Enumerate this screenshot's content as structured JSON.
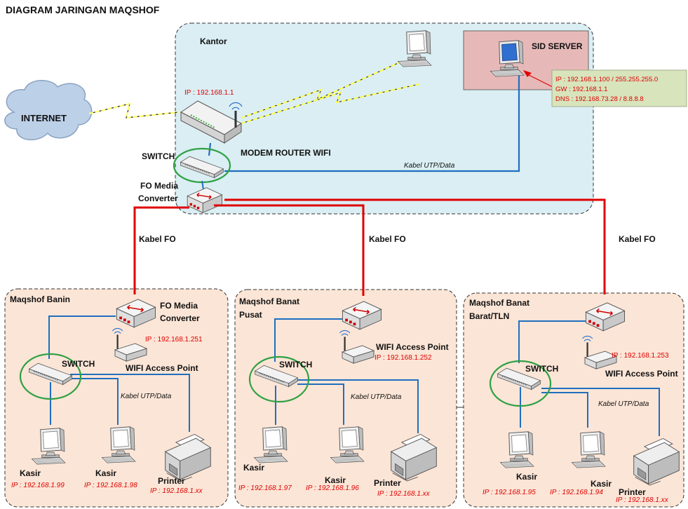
{
  "title": "DIAGRAM JARINGAN MAQSHOF",
  "internet": {
    "label": "INTERNET"
  },
  "kantor": {
    "label": "Kantor",
    "modem_ip": "IP : 192.168.1.1",
    "modem_label": "MODEM ROUTER WIFI",
    "switch_label": "SWITCH",
    "fo_label_1": "FO Media",
    "fo_label_2": "Converter",
    "utp_label": "Kabel UTP/Data",
    "server_label": "SID SERVER",
    "server_info": [
      "IP : 192.168.1.100 / 255.255.255.0",
      "GW : 192.168.1.1",
      "DNS : 192.168.73.28 / 8.8.8.8"
    ]
  },
  "fo_cable_label": "Kabel FO",
  "branches": [
    {
      "name_1": "Maqshof Banin",
      "name_2": "",
      "fo_label_1": "FO Media",
      "fo_label_2": "Converter",
      "ap_ip": "IP : 192.168.1.251",
      "ap_label": "WIFI Access Point",
      "switch_label": "SWITCH",
      "utp_label": "Kabel UTP/Data",
      "devices": [
        {
          "label": "Kasir",
          "ip": "IP : 192.168.1.99"
        },
        {
          "label": "Kasir",
          "ip": "IP : 192.168.1.98"
        },
        {
          "label": "Printer",
          "ip": "IP : 192.168.1.xx"
        }
      ]
    },
    {
      "name_1": "Maqshof Banat",
      "name_2": "Pusat",
      "ap_ip": "IP : 192.168.1.252",
      "ap_label": "WIFI Access Point",
      "switch_label": "SWITCH",
      "utp_label": "Kabel UTP/Data",
      "devices": [
        {
          "label": "Kasir",
          "ip": "IP : 192.168.1.97"
        },
        {
          "label": "Kasir",
          "ip": "IP : 192.168.1.96"
        },
        {
          "label": "Printer",
          "ip": "IP : 192.168.1.xx"
        }
      ]
    },
    {
      "name_1": "Maqshof Banat",
      "name_2": "Barat/TLN",
      "ap_ip": "IP : 192.168.1.253",
      "ap_label": "WIFI Access Point",
      "switch_label": "SWITCH",
      "utp_label": "Kabel UTP/Data",
      "devices": [
        {
          "label": "Kasir",
          "ip": "IP : 192.168.1.95"
        },
        {
          "label": "Kasir",
          "ip": "IP : 192.168.1.94"
        },
        {
          "label": "Printer",
          "ip": "IP : 192.168.1.xx"
        }
      ]
    }
  ],
  "colors": {
    "kantor_bg": "#daeef3",
    "branch_bg": "#fbe5d6",
    "server_bg": "#e6b9b8",
    "info_bg": "#d7e4bc",
    "fo_cable": "#e00000",
    "utp_cable": "#1f6fc0",
    "switch_ring": "#2ea043",
    "ip_text": "#e00000"
  }
}
